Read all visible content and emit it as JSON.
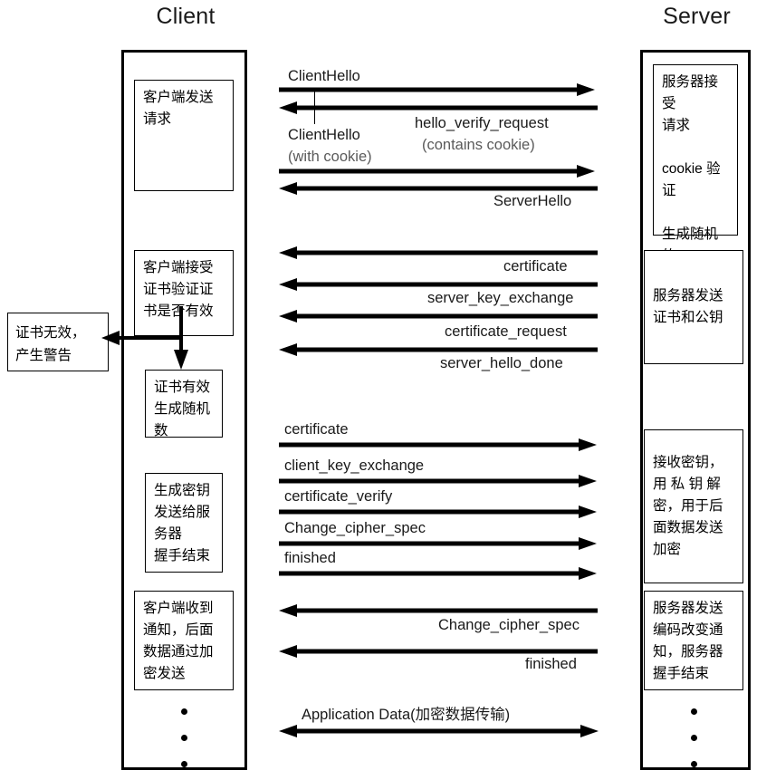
{
  "diagram": {
    "type": "sequence-diagram",
    "title_left": "Client",
    "title_right": "Server",
    "client_notes": [
      {
        "id": "client-send-request",
        "text": "客户端发送\n请求"
      },
      {
        "id": "client-verify-cert",
        "text": "客户端接受\n证书验证证\n书是否有效"
      },
      {
        "id": "client-cert-valid",
        "text": "证书有效\n生成随机\n数"
      },
      {
        "id": "client-gen-key",
        "text": "生成密钥\n发送给服\n务器\n握手结束"
      },
      {
        "id": "client-notified",
        "text": "客户端收到\n通知，后面\n数据通过加\n密发送"
      }
    ],
    "server_notes": [
      {
        "id": "server-accept-request",
        "text": "服务器接受\n请求\n\ncookie 验证\n\n生成随机的\nsession ID"
      },
      {
        "id": "server-send-cert",
        "text": "服务器发送\n证书和公钥"
      },
      {
        "id": "server-recv-key",
        "text": "接收密钥，\n用 私 钥 解\n密，用于后\n面数据发送\n加密"
      },
      {
        "id": "server-change-cipher",
        "text": "服务器发送\n编码改变通\n知，服务器\n握手结束"
      }
    ],
    "alert": {
      "id": "cert-invalid-alert",
      "text": "证书无效，\n产生警告"
    },
    "messages": [
      {
        "id": "msg-clienthello-1",
        "label": "ClientHello",
        "sub": "",
        "direction": "right"
      },
      {
        "id": "msg-hello-verify-request",
        "label": "hello_verify_request",
        "sub": "(contains cookie)",
        "direction": "left"
      },
      {
        "id": "msg-clienthello-2",
        "label": "ClientHello",
        "sub": "(with cookie)",
        "direction": "right"
      },
      {
        "id": "msg-serverhello",
        "label": "ServerHello",
        "sub": "",
        "direction": "left"
      },
      {
        "id": "msg-certificate-s2c",
        "label": "certificate",
        "sub": "",
        "direction": "left"
      },
      {
        "id": "msg-server-key-exchange",
        "label": "server_key_exchange",
        "sub": "",
        "direction": "left"
      },
      {
        "id": "msg-certificate-request",
        "label": "certificate_request",
        "sub": "",
        "direction": "left"
      },
      {
        "id": "msg-server-hello-done",
        "label": "server_hello_done",
        "sub": "",
        "direction": "left"
      },
      {
        "id": "msg-certificate-c2s",
        "label": "certificate",
        "sub": "",
        "direction": "right"
      },
      {
        "id": "msg-client-key-exchange",
        "label": "client_key_exchange",
        "sub": "",
        "direction": "right"
      },
      {
        "id": "msg-certificate-verify",
        "label": "certificate_verify",
        "sub": "",
        "direction": "right"
      },
      {
        "id": "msg-change-cipher-spec-c2s",
        "label": "Change_cipher_spec",
        "sub": "",
        "direction": "right"
      },
      {
        "id": "msg-finished-c2s",
        "label": "finished",
        "sub": "",
        "direction": "right"
      },
      {
        "id": "msg-change-cipher-spec-s2c",
        "label": "Change_cipher_spec",
        "sub": "",
        "direction": "left"
      },
      {
        "id": "msg-finished-s2c",
        "label": "finished",
        "sub": "",
        "direction": "left"
      },
      {
        "id": "msg-application-data",
        "label": "Application Data(加密数据传输)",
        "sub": "",
        "direction": "both"
      }
    ],
    "continuation_dots": "•••",
    "colors": {
      "stroke": "#000000",
      "background": "#ffffff",
      "label_text": "#1a1a1a",
      "sub_text": "#5a5a5a"
    }
  }
}
